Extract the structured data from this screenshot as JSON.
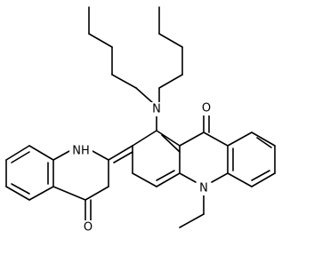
{
  "molecule": {
    "atoms": {
      "amine_n": "N",
      "ring_nh": "NH",
      "ring_n_ethyl": "N",
      "carbonyl_o_top": "O",
      "carbonyl_o_bottom": "O"
    },
    "colors": {
      "bond": "#000000",
      "label": "#000000",
      "background": "#ffffff"
    }
  }
}
